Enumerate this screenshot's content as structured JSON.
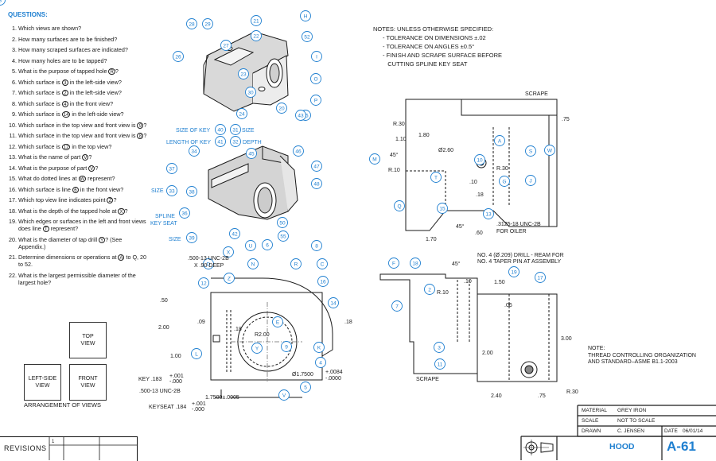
{
  "questions": {
    "title": "QUESTIONS:",
    "items": [
      {
        "n": "1.",
        "text": "Which views are shown?"
      },
      {
        "n": "2.",
        "text": "How many surfaces are to be finished?"
      },
      {
        "n": "3.",
        "text": "How many scraped surfaces are indicated?"
      },
      {
        "n": "4.",
        "text": "How many holes are to be tapped?"
      },
      {
        "n": "5.",
        "pre": "What is the purpose of tapped hole",
        "ref": "R",
        "post": "?"
      },
      {
        "n": "6.",
        "pre": "Which surface is",
        "ref": "3",
        "post": "in the left-side view?"
      },
      {
        "n": "7.",
        "pre": "Which surface is",
        "ref": "2",
        "post": "in the left-side view?"
      },
      {
        "n": "8.",
        "pre": "Which surface is",
        "ref": "4",
        "post": "in the front view?"
      },
      {
        "n": "9.",
        "pre": "Which surface is",
        "ref": "14",
        "post": "in the left-side view?"
      },
      {
        "n": "10.",
        "pre": "Which surface in the top view and front view is",
        "ref": "9",
        "post": "?"
      },
      {
        "n": "11.",
        "pre": "Which surface in the top view and front view is",
        "ref": "8",
        "post": "?"
      },
      {
        "n": "12.",
        "pre": "Which surface is",
        "ref": "12",
        "post": "in the top view?"
      },
      {
        "n": "13.",
        "pre": "What is the name of part",
        "ref": "V",
        "post": "?"
      },
      {
        "n": "14.",
        "pre": "What is the purpose of part",
        "ref": "V",
        "post": "?"
      },
      {
        "n": "15.",
        "pre": "What do dotted lines at",
        "ref": "W",
        "post": "represent?"
      },
      {
        "n": "16.",
        "pre": "Which surface is line",
        "ref": "6",
        "post": "in the front view?"
      },
      {
        "n": "17.",
        "pre": "Which top view line indicates point",
        "ref": "Z",
        "post": "?"
      },
      {
        "n": "18.",
        "pre": "What is the depth of the tapped hole at",
        "ref": "X",
        "post": "?"
      },
      {
        "n": "19.",
        "pre": "Which edges or surfaces in the left and front views does line",
        "ref": "T",
        "post": "represent?"
      },
      {
        "n": "20.",
        "pre": "What is the diameter of tap drill",
        "ref": "Y",
        "post": "? (See Appendix.)"
      },
      {
        "n": "21.",
        "pre": "Determine dimensions or operations at",
        "ref": "A",
        "post": "to Q, 20 to 52."
      },
      {
        "n": "22.",
        "text": "What is the largest permissible diameter of the largest hole?"
      }
    ]
  },
  "arrangement": {
    "top": "TOP VIEW",
    "left": "LEFT-SIDE VIEW",
    "front": "FRONT VIEW",
    "caption": "ARRANGEMENT OF VIEWS"
  },
  "notes": {
    "head": "NOTES: UNLESS OTHERWISE SPECIFIED:",
    "items": [
      "-  TOLERANCE ON DIMENSIONS ±.02",
      "-  TOLERANCE ON ANGLES ±0.5°",
      "-  FINISH AND SCRAPE SURFACE BEFORE",
      "   CUTTING SPLINE KEY SEAT"
    ]
  },
  "note2": [
    "NOTE:",
    "THREAD CONTROLLING ORGANIZATION",
    "AND STANDARD–ASME B1.1-2003"
  ],
  "labels": {
    "size_of_key": "SIZE OF KEY",
    "length_of_key": "LENGTH OF KEY",
    "size": "SIZE",
    "depth": "DEPTH",
    "spline": "SPLINE",
    "key_seat": "KEY SEAT",
    "scrape": "SCRAPE",
    "tap_callout": ".500-13 UNC-2B",
    "tap_depth": "X .90 DEEP",
    "radius_2": "R2.00",
    "dia_bore": "Ø1.7500",
    "bore_tol_plus": "+.0084",
    "bore_tol_minus": "-.0000",
    "key_dim": "KEY .183",
    "key_tol_plus": "+.001",
    "key_tol_minus": "-.000",
    "tap2": ".500-13 UNC-2B",
    "span": "1.7500±.0005",
    "keyseat": "KEYSEAT .184",
    "oiler_tap": ".3125-18 UNC-2B",
    "for_oiler": "FOR OILER",
    "drill_note_1": "NO. 4 (Ø.209) DRILL - REAM FOR",
    "drill_note_2": "NO. 4 TAPER PIN AT ASSEMBLY",
    "dia_260": "Ø2.60",
    "d_50": ".50",
    "d_200": "2.00",
    "d_100": "1.00",
    "d_09": ".09",
    "d_18": ".18",
    "d_r30": "R.30",
    "d_110": "1.10",
    "d_180": "1.80",
    "d_75": ".75",
    "d_r10": "R.10",
    "d_45": "45°",
    "d_10": ".10",
    "d_170": "1.70",
    "d_60": ".60",
    "d_150": "1.50",
    "d_06": ".06",
    "d_300": "3.00",
    "d_240": "2.40"
  },
  "bubbles_blue": [
    "28",
    "29",
    "21",
    "H",
    "27",
    "22",
    "52",
    "26",
    "I",
    "23",
    "O",
    "30",
    "P",
    "24",
    "20",
    "25",
    "43",
    "40",
    "31",
    "41",
    "32",
    "34",
    "45",
    "46",
    "37",
    "47",
    "33",
    "38",
    "48",
    "36",
    "50",
    "39",
    "42",
    "55",
    "X",
    "U",
    "6",
    "8",
    "D",
    "N",
    "Z",
    "R",
    "12",
    "C",
    "16",
    "E",
    "Y",
    "9",
    "K",
    "L",
    "V",
    "5",
    "4",
    "M",
    "T",
    "A",
    "S",
    "W",
    "10",
    "G",
    "J",
    "Q",
    "15",
    "13",
    "F",
    "18",
    "19",
    "17",
    "7",
    "2",
    "3",
    "11",
    "14",
    "B"
  ],
  "title_block": {
    "material_label": "MATERIAL",
    "material_value": "GREY IRON",
    "scale_label": "SCALE",
    "scale_value": "NOT TO SCALE",
    "drawn_label": "DRAWN",
    "drawn_value": "C. JENSEN",
    "date_label": "DATE",
    "date_value": "06/01/14",
    "title": "HOOD",
    "sheet": "A-61"
  },
  "revisions": {
    "label": "REVISIONS",
    "num": "1"
  },
  "colors": {
    "accent": "#1e7fd0",
    "line": "#1a1a1a"
  }
}
